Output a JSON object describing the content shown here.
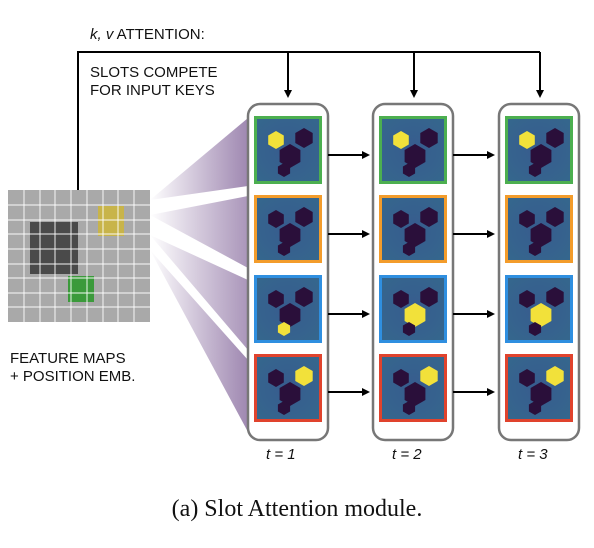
{
  "top_label_kv": "k, v",
  "top_label_attention": " ATTENTION:",
  "compete_line1": "SLOTS COMPETE",
  "compete_line2": "FOR INPUT KEYS",
  "feature_line1": "FEATURE MAPS",
  "feature_line2": "+ POSITION EMB.",
  "timesteps": [
    "t = 1",
    "t = 2",
    "t = 3"
  ],
  "caption": "(a) Slot Attention module.",
  "slot_colors": [
    "#4caf50",
    "#f39c2b",
    "#2f8fe0",
    "#e0432d"
  ],
  "mask_colors": {
    "background": "#3b5a8e",
    "object": "#2a0f3a",
    "highlight": "#f2e13a"
  }
}
